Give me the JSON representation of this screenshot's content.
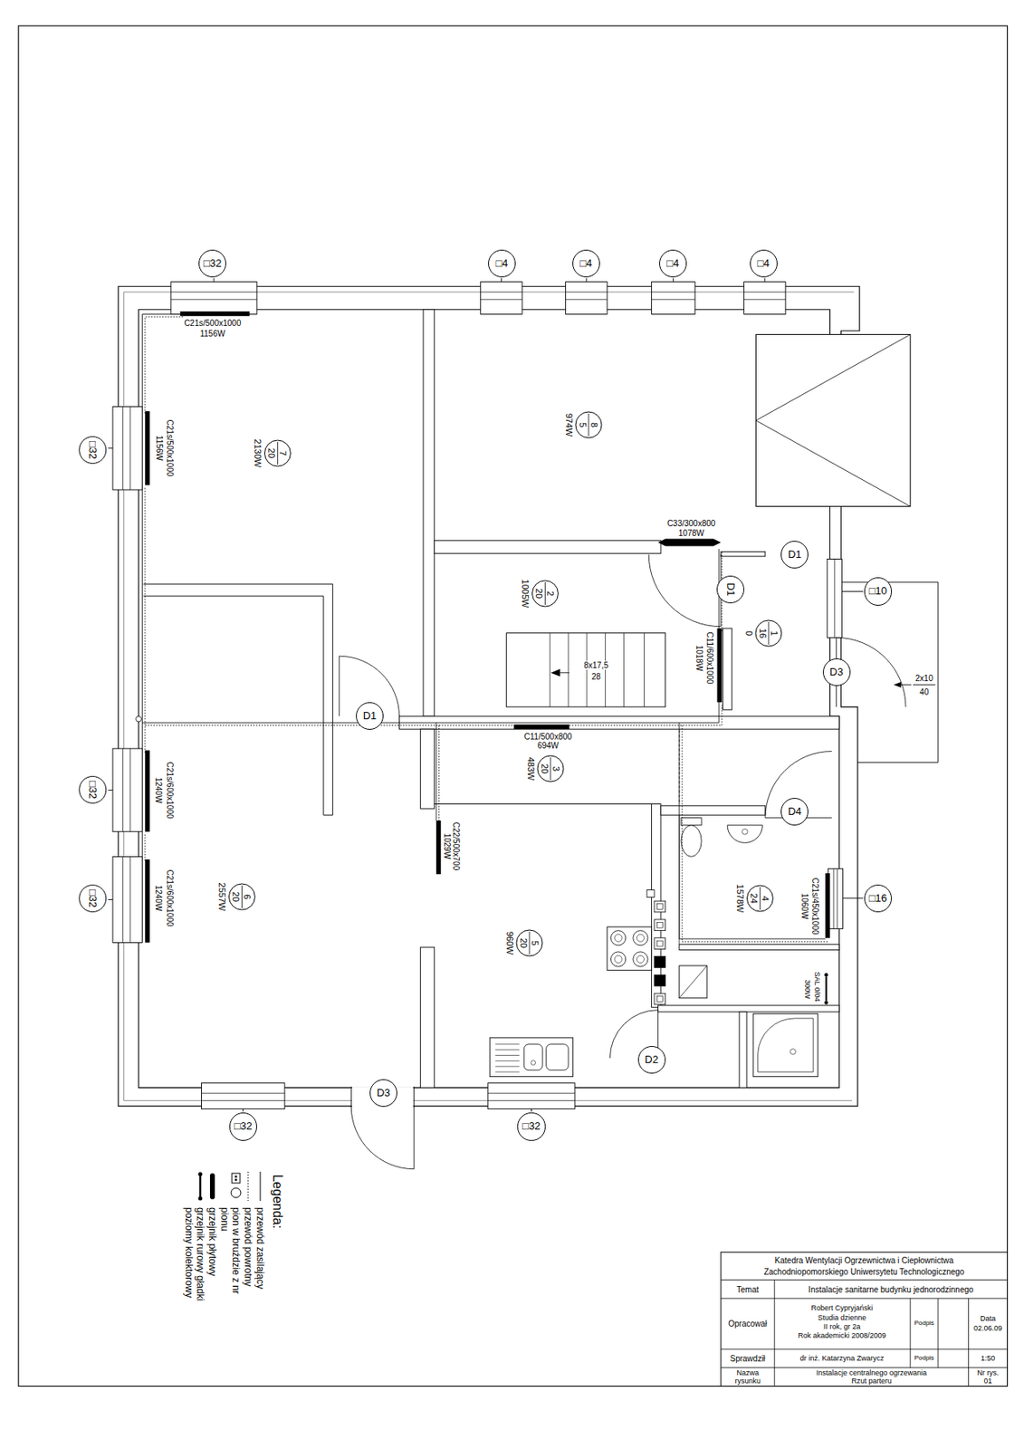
{
  "diagram": {
    "nodes": [
      {
        "text": [
          "□32"
        ]
      },
      {
        "text": [
          "□4"
        ]
      },
      {
        "text": [
          "□4"
        ]
      },
      {
        "text": [
          "□4"
        ]
      },
      {
        "text": [
          "□4"
        ]
      },
      {
        "text": [
          "8",
          "5",
          "974W"
        ]
      },
      {
        "text": [
          "7",
          "20",
          "2130W"
        ]
      },
      {
        "text": [
          "□32"
        ]
      },
      {
        "text": [
          "D1"
        ]
      },
      {
        "text": [
          "2",
          "20",
          "1005W"
        ]
      },
      {
        "text": [
          "D1"
        ]
      },
      {
        "text": [
          "□10"
        ]
      },
      {
        "text": [
          "1",
          "16",
          "0"
        ]
      },
      {
        "text": [
          "D3"
        ]
      },
      {
        "text": [
          "D1"
        ]
      },
      {
        "text": [
          "3",
          "20",
          "483W"
        ]
      },
      {
        "text": [
          "□32"
        ]
      },
      {
        "text": [
          "D4"
        ]
      },
      {
        "text": [
          "6",
          "20",
          "2557W"
        ]
      },
      {
        "text": [
          "□32"
        ]
      },
      {
        "text": [
          "4",
          "24",
          "1578W"
        ]
      },
      {
        "text": [
          "□16"
        ]
      },
      {
        "text": [
          "5",
          "20",
          "960W"
        ]
      },
      {
        "text": [
          "D2"
        ]
      },
      {
        "text": [
          "D3"
        ]
      },
      {
        "text": [
          "□32"
        ]
      },
      {
        "text": [
          "□32"
        ]
      }
    ],
    "labels": [
      "C21s/500x1000",
      "1156W",
      "C21s/500x1000",
      "1156W",
      "C33/300x800",
      "1078W",
      "C11/600x1000",
      "1018W",
      "C11/500x800",
      "694W",
      "C21s/600x1000",
      "1240W",
      "C21s/600x1000",
      "1240W",
      "C22/500x700",
      "1029W",
      "C21s/450x1000",
      "1060W",
      "SAL 0/04",
      "300W",
      "8x17,5",
      "28",
      "2x10",
      "40",
      "Legenda:",
      "Katedra Wentylacji Ogrzewnictwa i Ciepłownictwa",
      "Zachodniopomorskiego Uniwersytetu Technologicznego",
      "Temat",
      "Instalacje sanitarne budynku jednorodzinnego",
      "Opracował",
      "Robert Cypryjański",
      "Studia dzienne",
      "II rok, gr 2a",
      "Rok akademicki 2008/2009",
      "Podpis",
      "Data",
      "02.06.09",
      "Sprawdził",
      "dr inż. Katarzyna Zwarycz",
      "Podpis",
      "1:50",
      "Nazwa",
      "rysunku",
      "Instalacje centralnego ogrzewania",
      "Rzut parteru",
      "Nr rys.",
      "01"
    ],
    "legend": [
      {
        "text": "przewód zasilający"
      },
      {
        "text": "przewód powrotny"
      },
      {
        "text": "pion w bruździe z nr pionu"
      },
      {
        "text": "grzejnik płytowy"
      },
      {
        "text": "grzejnik rurowy gładki poziomy kolektorowy"
      }
    ]
  }
}
